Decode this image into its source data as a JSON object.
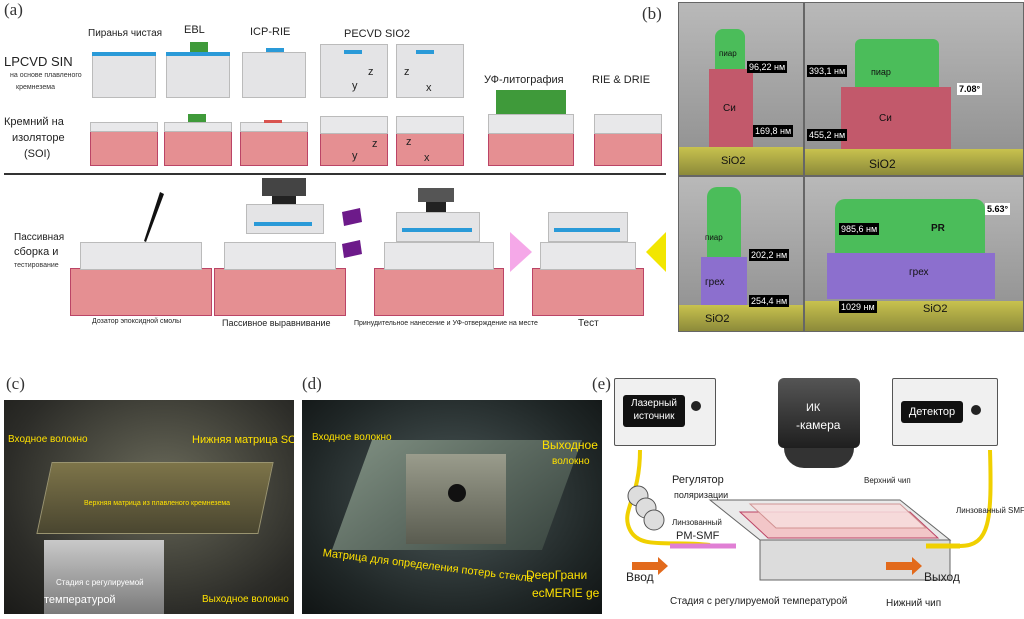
{
  "panel_a": {
    "letter": "(a)",
    "steps": [
      "Пиранья чистая",
      "EBL",
      "ICP-RIE",
      "PECVD SIO2",
      "УФ-литография",
      "RIE & DRIE"
    ],
    "row1_label": "LPCVD SIN",
    "row1_sub1": "на основе плавленого",
    "row1_sub2": "кремнезема",
    "row2_label_1": "Кремний на",
    "row2_label_2": "изоляторе",
    "row2_label_3": "(SOI)",
    "axis_z": "z",
    "axis_y": "y",
    "axis_x": "x",
    "row3_label_1": "Пассивная",
    "row3_label_2": "сборка и",
    "row3_label_3": "тестирование",
    "row3_steps": [
      "Дозатор эпоксидной смолы",
      "Пассивное выравнивание",
      "Принудительное нанесение и УФ-отверждение на месте",
      "Тест"
    ]
  },
  "panel_b": {
    "letter": "(b)",
    "tl": {
      "top": "пиар",
      "mid": "Си",
      "w1": "96,22 нм",
      "w2": "169,8 нм",
      "sub": "SiO2"
    },
    "tr": {
      "top": "пиар",
      "mid": "Си",
      "w1": "393,1 нм",
      "w2": "455,2 нм",
      "angle": "7.08°",
      "sub": "SiO2"
    },
    "bl": {
      "top": "пиар",
      "mid": "грех",
      "w1": "202,2 нм",
      "w2": "254,4 нм",
      "sub": "SiO2"
    },
    "br": {
      "top": "PR",
      "mid": "грех",
      "w1": "985,6 нм",
      "w2": "1029 нм",
      "angle": "5.63°",
      "sub": "SiO2"
    }
  },
  "panel_c": {
    "letter": "(c)",
    "in_fiber": "Входное волокно",
    "bottom_matrix": "Нижняя матрица SOI",
    "top_matrix": "Верхняя матрица из плавленого кремнезема",
    "stage_1": "Стадия с регулируемой",
    "stage_2": "температурой",
    "out_fiber": "Выходное волокно"
  },
  "panel_d": {
    "letter": "(d)",
    "in_fiber": "Входное волокно",
    "out_fiber_1": "Выходное",
    "out_fiber_2": "волокно",
    "matrix": "Матрица для определения потерь стекла",
    "deep_1": "DeepГрани",
    "deep_2": "ecMERIE ge"
  },
  "panel_e": {
    "letter": "(e)",
    "laser_1": "Лазерный",
    "laser_2": "источник",
    "ir_1": "ИК",
    "ir_2": "-камера",
    "detector": "Детектор",
    "pol_1": "Регулятор",
    "pol_2": "поляризации",
    "pm_1": "Линзованный",
    "pm_2": "PM-SMF",
    "top_chip": "Верхний чип",
    "smf": "Линзованный SMF",
    "input": "Ввод",
    "output": "Выход",
    "stage": "Стадия с регулируемой температурой",
    "bottom_chip": "Нижний чип"
  },
  "colors": {
    "blue_wg": "#2a9ad8",
    "green_resist": "#3f9a3a",
    "soi_pink": "#e58f92",
    "label_yellow": "#ffe100",
    "arrow_orange": "#e26a1c"
  }
}
